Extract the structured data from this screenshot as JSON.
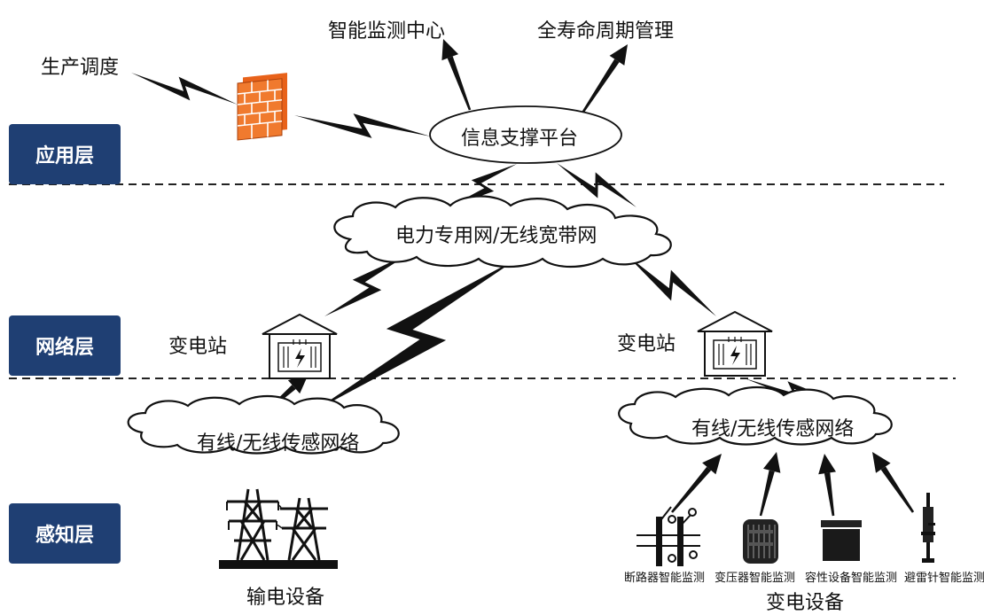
{
  "layers": {
    "application": "应用层",
    "network": "网络层",
    "perception": "感知层"
  },
  "nodes": {
    "production_dispatch": "生产调度",
    "monitoring_center": "智能监测中心",
    "lifecycle_management": "全寿命周期管理",
    "info_platform": "信息支撑平台",
    "power_network": "电力专用网/无线宽带网",
    "substation_left": "变电站",
    "substation_right": "变电站",
    "sensor_network_left": "有线/无线传感网络",
    "sensor_network_right": "有线/无线传感网络",
    "transmission_equipment": "输电设备",
    "substation_equipment": "变电设备"
  },
  "devices": {
    "breaker": "断路器智能监测",
    "transformer": "变压器智能监测",
    "capacitor": "容性设备智能监测",
    "arrester": "避雷针智能监测"
  },
  "colors": {
    "layer_bg": "#1f3f73",
    "firewall": "#e8621a",
    "lightning": "#111111"
  },
  "icons": {
    "firewall": "brick-wall-icon",
    "substation": "substation-house-icon",
    "tower": "transmission-tower-icon"
  }
}
